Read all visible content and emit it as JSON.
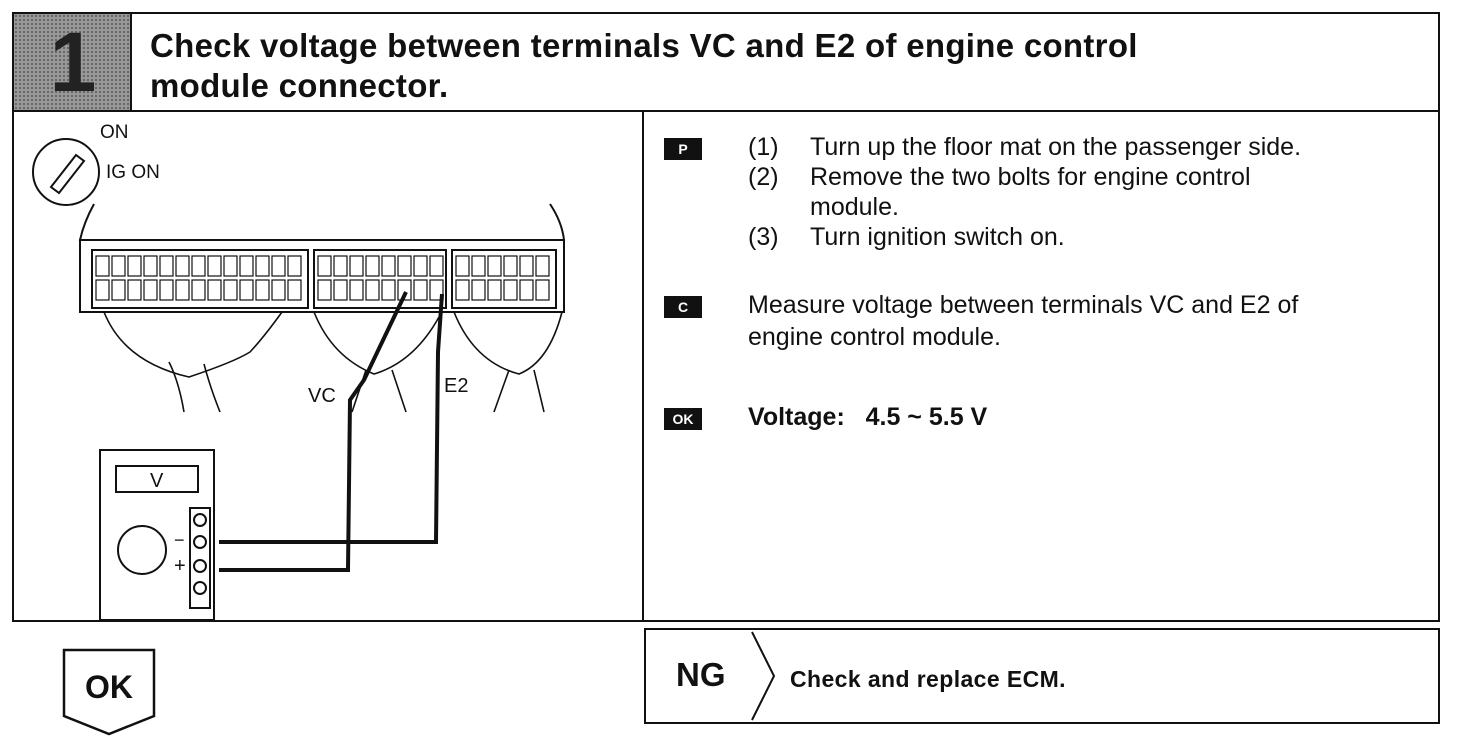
{
  "header": {
    "step_number": "1",
    "title_line1": "Check voltage between terminals VC and E2 of engine control",
    "title_line2": "module connector."
  },
  "figure": {
    "switch_on_label": "ON",
    "switch_ig_label": "IG ON",
    "vc_label": "VC",
    "e2_label": "E2",
    "meter_display": "V",
    "minus_label": "−",
    "plus_label": "+"
  },
  "procedure": {
    "prep_tag": "P",
    "steps": [
      {
        "num": "(1)",
        "text": "Turn up the floor mat on the passenger side."
      },
      {
        "num": "(2)",
        "text": "Remove the two bolts for engine control"
      },
      {
        "num": "",
        "text": "module."
      },
      {
        "num": "(3)",
        "text": "Turn ignition switch on."
      }
    ],
    "check_tag": "C",
    "check_line1": "Measure voltage between terminals VC and E2 of",
    "check_line2": "engine control module.",
    "ok_tag": "OK",
    "spec": "Voltage:   4.5 ~ 5.5 V"
  },
  "result": {
    "ok_label": "OK",
    "ng_label": "NG",
    "ng_action": "Check and replace ECM."
  }
}
